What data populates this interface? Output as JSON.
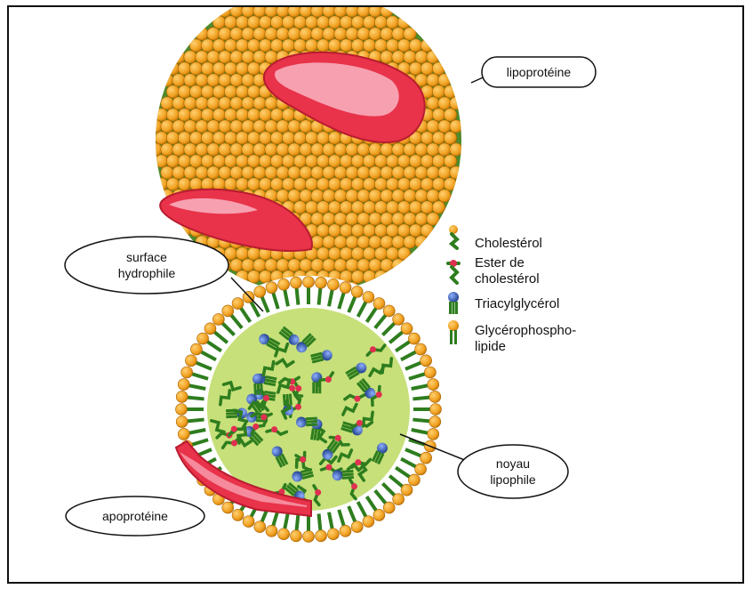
{
  "labels": {
    "lipoproteine": "lipoprotéine",
    "surface_line1": "surface",
    "surface_line2": "hydrophile",
    "noyau_line1": "noyau",
    "noyau_line2": "lipophile",
    "apoproteine": "apoprotéine"
  },
  "legend": {
    "items": [
      {
        "lines": [
          "Cholestérol"
        ],
        "icon": "cholesterol-icon"
      },
      {
        "lines": [
          "Ester de",
          "cholestérol"
        ],
        "icon": "cholesterol-ester-icon"
      },
      {
        "lines": [
          "Triacylglycérol"
        ],
        "icon": "triacylglycerol-icon"
      },
      {
        "lines": [
          "Glycérophospho-",
          "lipide"
        ],
        "icon": "glycerophospholipid-icon"
      }
    ]
  },
  "colors": {
    "phospholipid_head": "#f0a020",
    "phospholipid_head_edge": "#b86a00",
    "tail_green": "#2e7d1e",
    "core_fill": "#c7e07a",
    "apoprotein": "#e8334a",
    "apoprotein_light": "#f7a0b0",
    "triacylglycerol_head": "#3060b0",
    "ester_head": "#e03050",
    "frame": "#111111"
  }
}
